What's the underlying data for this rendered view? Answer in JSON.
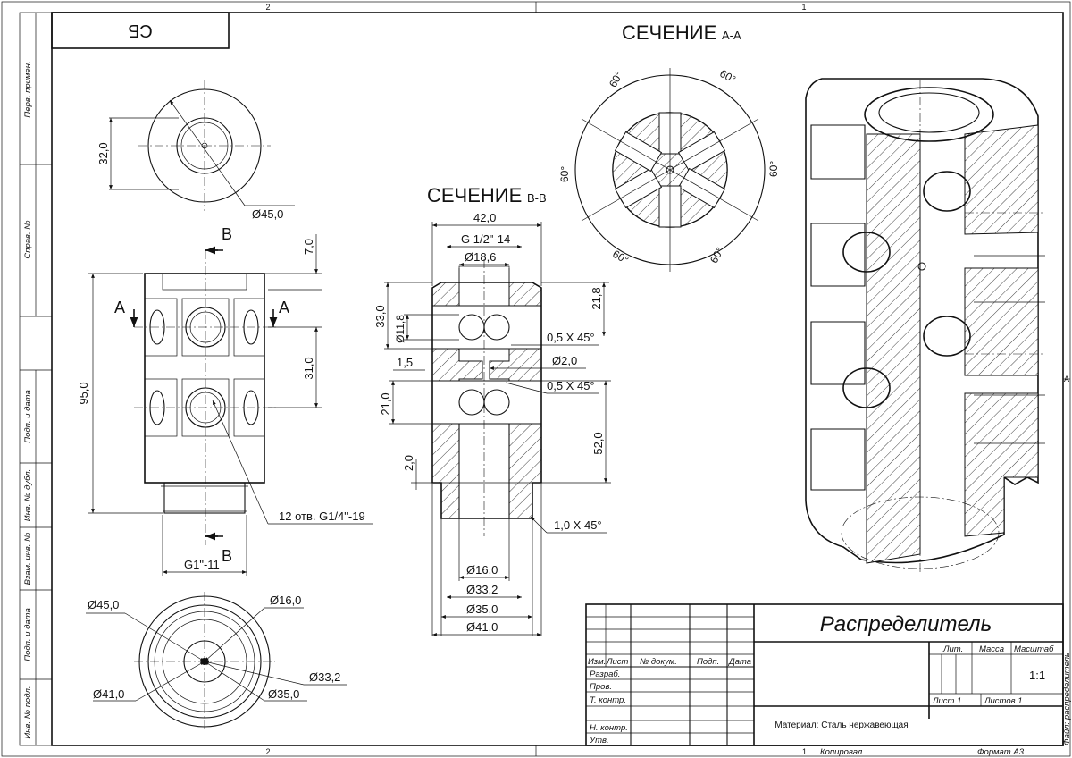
{
  "frame": {
    "top_zone_left": "2",
    "top_zone_right": "1",
    "bottom_zone_left": "2",
    "bottom_zone_right": "1",
    "right_zone": "A",
    "corner_stamp": "СБ"
  },
  "side_strip": [
    "Перв. примен.",
    "Справ. №",
    "Подп. и дата",
    "Инв. № дубл.",
    "Взам. инв. №",
    "Подп. и дата",
    "Инв. № подл."
  ],
  "views": {
    "top_view": {
      "dim_height": "32,0",
      "dim_diameter": "Ø45,0"
    },
    "front_view": {
      "section_b": "B",
      "section_a": "A",
      "dim_height": "95,0",
      "dim_top": "7,0",
      "dim_spacing": "31,0",
      "holes_note": "12 отв. G1/4\"-19",
      "thread_bottom": "G1\"-11"
    },
    "section_bb": {
      "title": "СЕЧЕНИЕ",
      "title_suffix": "B-B",
      "d42": "42,0",
      "thread": "G 1/2\"-14",
      "d18": "Ø18,6",
      "h33": "33,0",
      "d11": "Ø11,8",
      "h21_8": "21,8",
      "ch1": "0,5 X 45°",
      "w1_5": "1,5",
      "d2": "Ø2,0",
      "ch2": "0,5 X 45°",
      "h21": "21,0",
      "h52": "52,0",
      "h2": "2,0",
      "ch3": "1,0 X 45°",
      "d16": "Ø16,0",
      "d33": "Ø33,2",
      "d35": "Ø35,0",
      "d41": "Ø41,0"
    },
    "section_aa": {
      "title": "СЕЧЕНИЕ",
      "title_suffix": "A-A",
      "angles": [
        "60°",
        "60°",
        "60°",
        "60°",
        "60°",
        "60°"
      ]
    },
    "bottom_view": {
      "d45": "Ø45,0",
      "d16": "Ø16,0",
      "d33": "Ø33,2",
      "d41": "Ø41,0",
      "d35": "Ø35,0"
    }
  },
  "title_block": {
    "part_name": "Распределитель",
    "col_izm": "Изм.",
    "col_list": "Лист",
    "col_doc": "№ докум.",
    "col_sign": "Подп.",
    "col_date": "Дата",
    "row_razrab": "Разраб.",
    "row_prov": "Пров.",
    "row_tkontr": "Т. контр.",
    "row_nkontr": "Н. контр.",
    "row_utv": "Утв.",
    "lit": "Лит.",
    "massa": "Масса",
    "masshtab": "Масштаб",
    "scale_value": "1:1",
    "sheet": "Лист 1",
    "sheets": "Листов 1",
    "material": "Материал: Сталь нержавеющая",
    "copied": "Копировал",
    "copied_num": "1",
    "format": "Формат А3",
    "file": "Файл: распределитель"
  }
}
